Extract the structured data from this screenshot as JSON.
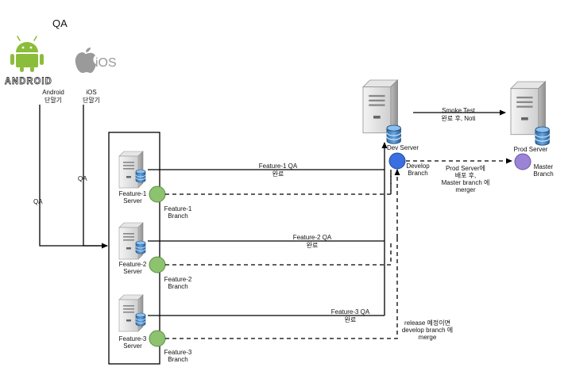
{
  "title": "QA",
  "platforms": {
    "android": {
      "logo_text": "ANDROID",
      "label_lines": [
        "Android",
        "단말기"
      ]
    },
    "ios": {
      "logo_text": "iOS",
      "label_lines": [
        "iOS",
        "단말기"
      ]
    }
  },
  "flow_labels": {
    "android_qa": "QA",
    "ios_qa": "QA"
  },
  "features": [
    {
      "server_lines": [
        "Feature-1",
        "Server"
      ],
      "branch_lines": [
        "Feature-1",
        "Branch"
      ],
      "qa_lines": [
        "Feature-1 QA",
        "완료"
      ]
    },
    {
      "server_lines": [
        "Feature-2",
        "Server"
      ],
      "branch_lines": [
        "Feature-2",
        "Branch"
      ],
      "qa_lines": [
        "Feature-2 QA",
        "완료"
      ]
    },
    {
      "server_lines": [
        "Feature-3",
        "Server"
      ],
      "branch_lines": [
        "Feature-3",
        "Branch"
      ],
      "qa_lines": [
        "Feature-3 QA",
        "완료"
      ]
    }
  ],
  "dev": {
    "server_label": "Dev Server",
    "branch_lines": [
      "Develop",
      "Branch"
    ]
  },
  "prod": {
    "server_label": "Prod Server",
    "branch_lines": [
      "Master",
      "Branch"
    ]
  },
  "smoke_test_lines": [
    "Smoke Test",
    "완료 후, Noti"
  ],
  "deploy_lines": [
    "Prod Server에",
    "배포 후,",
    "Master branch 에",
    "merger"
  ],
  "release_lines": [
    "release 예정이면",
    "develop branch 에",
    "merge"
  ],
  "colors": {
    "feature_branch": "#8dc26f",
    "develop_branch": "#3b6fe0",
    "master_branch": "#9b84d6",
    "android_green": "#8bbd3a",
    "ios_gray": "#9a9a9a"
  }
}
